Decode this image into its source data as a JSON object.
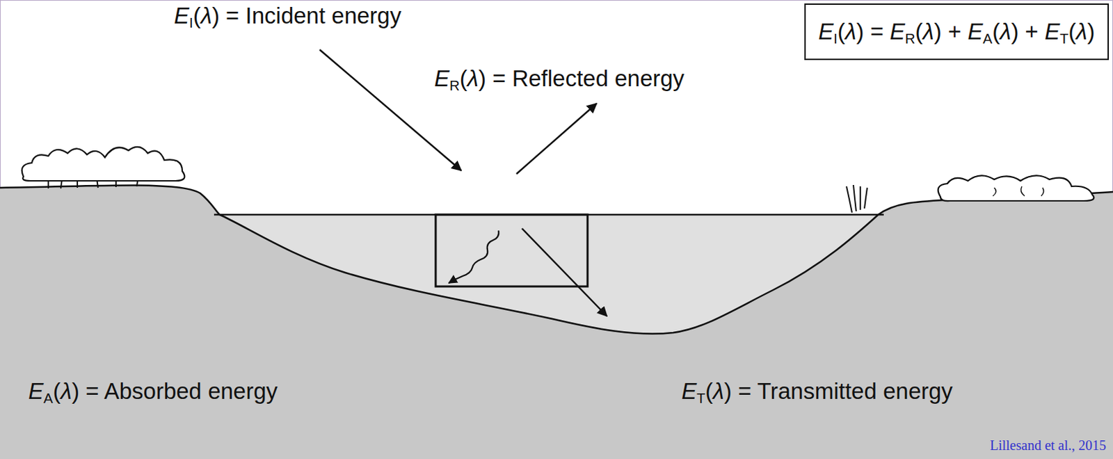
{
  "diagram": {
    "nodes": [
      {
        "text": [
          "EI(λ) = ER(λ) + EA(λ) + ET(λ)"
        ]
      }
    ],
    "labels": [
      "EI(λ) = Incident energy",
      "ER(λ) = Reflected energy",
      "EA(λ) = Absorbed energy",
      "ET(λ) = Transmitted energy",
      "Lillesand et al., 2015"
    ]
  }
}
